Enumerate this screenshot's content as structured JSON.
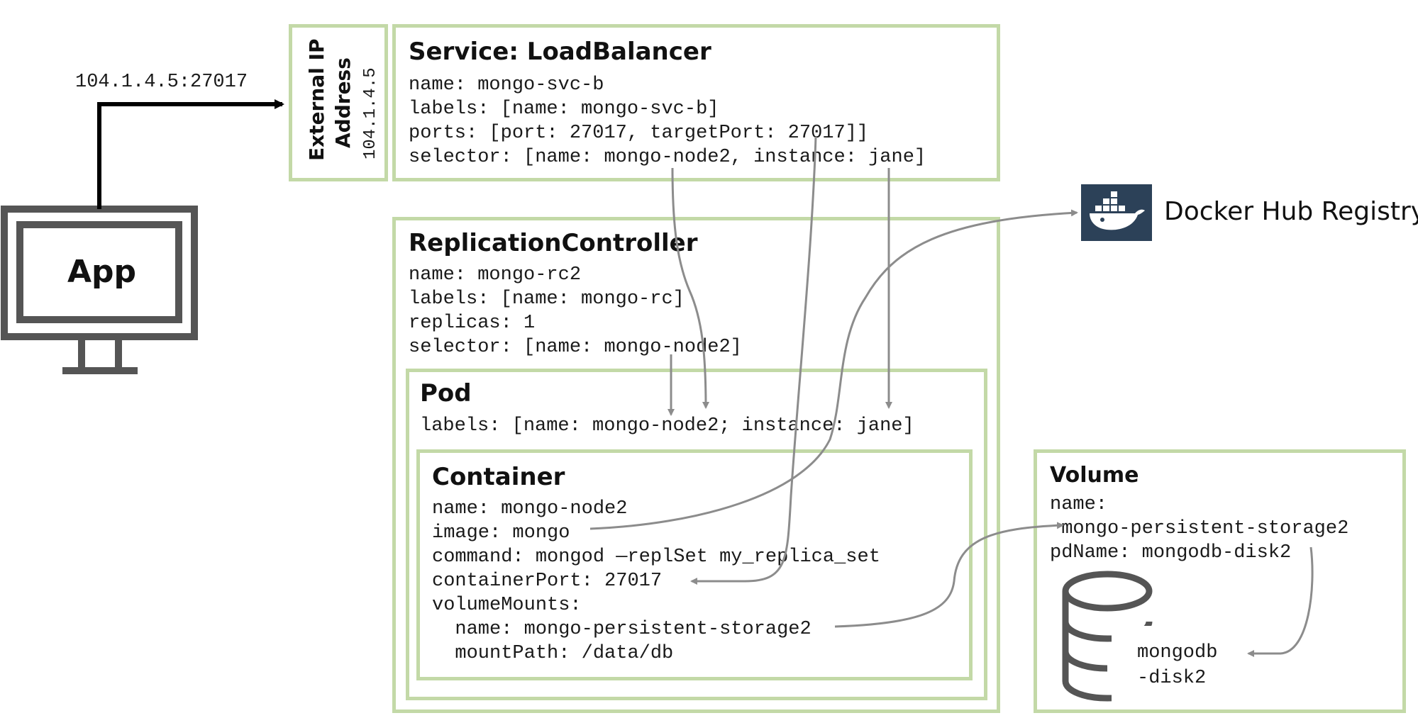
{
  "app": {
    "label": "App"
  },
  "connection": {
    "address_port": "104.1.4.5:27017"
  },
  "external_ip": {
    "title_line1": "External IP",
    "title_line2": "Address",
    "value": "104.1.4.5"
  },
  "service": {
    "title": "Service: LoadBalancer",
    "lines": [
      "name: mongo-svc-b",
      "labels: [name: mongo-svc-b]",
      "ports: [port: 27017, targetPort: 27017]]",
      "selector: [name: mongo-node2, instance: jane]"
    ]
  },
  "replication_controller": {
    "title": "ReplicationController",
    "lines": [
      "name: mongo-rc2",
      "labels: [name: mongo-rc]",
      "replicas: 1",
      "selector: [name: mongo-node2]"
    ]
  },
  "pod": {
    "title": "Pod",
    "lines": [
      "labels: [name: mongo-node2; instance: jane]"
    ]
  },
  "container": {
    "title": "Container",
    "lines": [
      "name: mongo-node2",
      "image: mongo",
      "command: mongod —replSet my_replica_set",
      "containerPort: 27017",
      "volumeMounts:",
      "  name: mongo-persistent-storage2",
      "  mountPath: /data/db"
    ]
  },
  "volume": {
    "title": "Volume",
    "lines": [
      "name:",
      " mongo-persistent-storage2",
      "pdName: mongodb-disk2"
    ]
  },
  "disk": {
    "label_line1": "mongodb",
    "label_line2": "-disk2",
    "icon": "database-icon"
  },
  "docker_hub": {
    "label": "Docker Hub Registry",
    "icon": "docker-whale-icon"
  },
  "colors": {
    "box_border": "#c3d9a7",
    "connector": "#8c8c8c",
    "monitor": "#555555",
    "docker_bg": "#2c4158"
  }
}
